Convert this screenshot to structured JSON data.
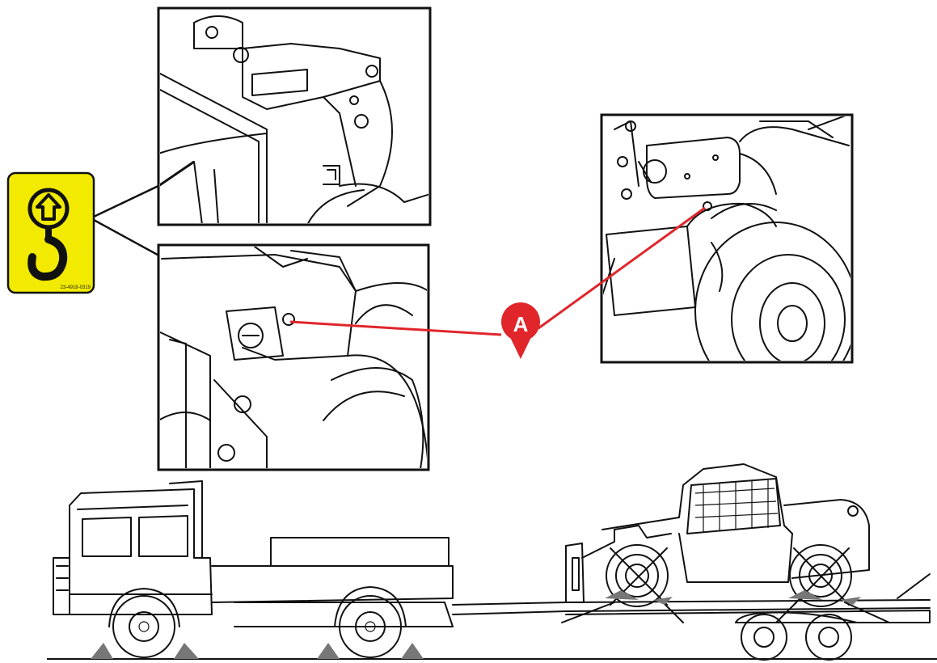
{
  "lifting_sign": {
    "background_color": "#f2ea00",
    "border_color": "#111111",
    "icon": "lifting-hook-arrow-up-icon",
    "code_text": "23-4918-0319"
  },
  "callout": {
    "label": "A",
    "marker_color": "#e0262b",
    "leader_color": "#e0262b"
  },
  "panels": [
    {
      "name": "upper-left-detail",
      "subject": "front-lifting-point-upper-view"
    },
    {
      "name": "lower-left-detail",
      "subject": "front-lifting-point-lower-view"
    },
    {
      "name": "right-detail",
      "subject": "rear-lifting-point-view"
    }
  ],
  "transport_scene": {
    "vehicle": "truck-with-low-loader-trailer",
    "load": "telehandler",
    "ground_color": "#777777"
  }
}
